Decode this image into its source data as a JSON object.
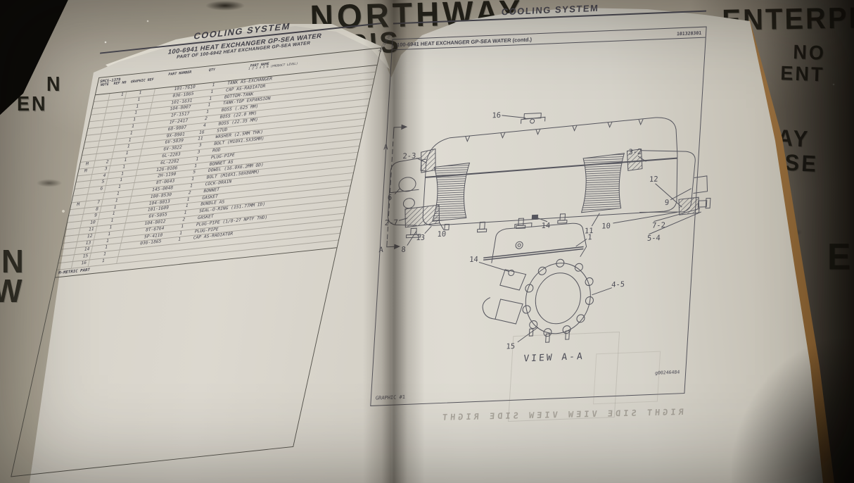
{
  "background": {
    "fragments": {
      "f1": "NORTHWAY",
      "f2": "RIS",
      "f3": "ENTERPRISES",
      "f4": "NO",
      "f5": "ENT",
      "f6": "HWAY",
      "f7": "PRISE",
      "f8": "N",
      "f9": "EN",
      "f10": "N",
      "f11": "W",
      "f12": "E"
    }
  },
  "left_page": {
    "section_title": "COOLING SYSTEM",
    "title": "100-6941 HEAT EXCHANGER GP-SEA WATER",
    "subtitle": "PART OF 100-6942 HEAT EXCHANGER GP-SEA WATER",
    "doc_number": "101328301",
    "table": {
      "headers": {
        "smcs": "SMCS-1379",
        "note": "NOTE",
        "ref": "REF NO",
        "graphic": "GRAPHIC REF",
        "part_number": "PART NUMBER",
        "qty": "QTY",
        "part_name": "PART NAME",
        "product_level": "1 2 3 4 5 6 (PRODUCT LEVEL)"
      },
      "rows": [
        {
          "note": "",
          "ref": "1",
          "graphic": "1",
          "part": "101-7610",
          "qty": "1",
          "name": "TANK AS-EXCHANGER"
        },
        {
          "note": "",
          "ref": "",
          "graphic": "1",
          "part": "036-1865",
          "qty": "1",
          "name": "CAP AS-RADIATOR"
        },
        {
          "note": "",
          "ref": "",
          "graphic": "1",
          "part": "101-1631",
          "qty": "1",
          "name": "BOTTOM-TANK"
        },
        {
          "note": "",
          "ref": "",
          "graphic": "1",
          "part": "104-8007",
          "qty": "1",
          "name": "TANK-TOP EXPANSION"
        },
        {
          "note": "",
          "ref": "",
          "graphic": "1",
          "part": "1F-1517",
          "qty": "1",
          "name": "BOSS (.625 MM)"
        },
        {
          "note": "",
          "ref": "",
          "graphic": "1",
          "part": "1F-2417",
          "qty": "2",
          "name": "BOSS (22.0 MM)"
        },
        {
          "note": "",
          "ref": "",
          "graphic": "1",
          "part": "68-9807",
          "qty": "4",
          "name": "BOSS (22.35 MM)"
        },
        {
          "note": "",
          "ref": "",
          "graphic": "1",
          "part": "9X-8901",
          "qty": "16",
          "name": "STUD"
        },
        {
          "note": "",
          "ref": "",
          "graphic": "1",
          "part": "6V-5839",
          "qty": "11",
          "name": "WASHER (2.5MM THK)"
        },
        {
          "note": "",
          "ref": "",
          "graphic": "1",
          "part": "6V-3822",
          "qty": "3",
          "name": "BOLT (M10X1.5X35MM)"
        },
        {
          "note": "M",
          "ref": "2",
          "graphic": "1",
          "part": "6L-2283",
          "qty": "3",
          "name": "ROD"
        },
        {
          "note": "M",
          "ref": "3",
          "graphic": "1",
          "part": "6L-2282",
          "qty": "1",
          "name": "PLUG-PIPE"
        },
        {
          "note": "",
          "ref": "4",
          "graphic": "1",
          "part": "126-0106",
          "qty": "1",
          "name": "BONNET AS"
        },
        {
          "note": "",
          "ref": "5",
          "graphic": "1",
          "part": "2H-1190",
          "qty": "5",
          "name": "DOWEL (16.0X6.2MM OD)"
        },
        {
          "note": "",
          "ref": "6",
          "graphic": "1",
          "part": "8T-0643",
          "qty": "1",
          "name": "BOLT (M10X1.50X80MM)"
        },
        {
          "note": "",
          "ref": "",
          "graphic": "1",
          "part": "145-0048",
          "qty": "1",
          "name": "COCK-DRAIN"
        },
        {
          "note": "M",
          "ref": "7",
          "graphic": "1",
          "part": "100-8530",
          "qty": "2",
          "name": "BONNET"
        },
        {
          "note": "",
          "ref": "8",
          "graphic": "1",
          "part": "104-8013",
          "qty": "1",
          "name": "GASKET"
        },
        {
          "note": "",
          "ref": "9",
          "graphic": "1",
          "part": "101-1609",
          "qty": "1",
          "name": "BUNDLE AS"
        },
        {
          "note": "",
          "ref": "10",
          "graphic": "1",
          "part": "6V-5055",
          "qty": "1",
          "name": "SEAL-O-RING (151.77MM ID)"
        },
        {
          "note": "",
          "ref": "11",
          "graphic": "1",
          "part": "104-8012",
          "qty": "2",
          "name": "GASKET"
        },
        {
          "note": "",
          "ref": "12",
          "graphic": "1",
          "part": "8T-6764",
          "qty": "1",
          "name": "PLUG-PIPE (1/8-27 NPTF THD)"
        },
        {
          "note": "",
          "ref": "13",
          "graphic": "1",
          "part": "5P-4110",
          "qty": "1",
          "name": "PLUG-PIPE"
        },
        {
          "note": "",
          "ref": "14",
          "graphic": "1",
          "part": "036-1865",
          "qty": "1",
          "name": "CAP AS-RADIATOR"
        },
        {
          "note": "",
          "ref": "15",
          "graphic": "1",
          "part": "",
          "qty": "",
          "name": ""
        },
        {
          "note": "",
          "ref": "16",
          "graphic": "1",
          "part": "",
          "qty": "",
          "name": ""
        }
      ],
      "footnote": "M-METRIC PART"
    }
  },
  "right_page": {
    "section_title": "COOLING SYSTEM",
    "title": "100-6941 HEAT EXCHANGER GP-SEA WATER (contd.)",
    "doc_number": "101328301",
    "graphic_label": "GRAPHIC #1",
    "image_number": "g00246484",
    "view_label": "VIEW A-A",
    "ghost_text": "RIGHT SIDE VIEW  VIEW SIDE RIGHT",
    "callouts": {
      "a_top": "A",
      "a_bottom": "A",
      "c16": "16",
      "c2_3": "2-3",
      "c3_2": "3-2",
      "c6": "6",
      "c2_7": "2-7",
      "c8": "8",
      "c13": "13",
      "c10": "10",
      "c10b": "10",
      "c14": "14",
      "c14b": "14",
      "c11": "11",
      "c12": "12",
      "c9": "9",
      "c7_2": "7-2",
      "c5_4": "5-4",
      "c1": "1",
      "c15": "15",
      "c4_5": "4-5"
    }
  },
  "colors": {
    "board": "#a59e91",
    "stencil_ink": "#17160f",
    "paper": "#dcd8cf",
    "print_ink": "#45444d",
    "page_edge_tan": "#c09663"
  }
}
